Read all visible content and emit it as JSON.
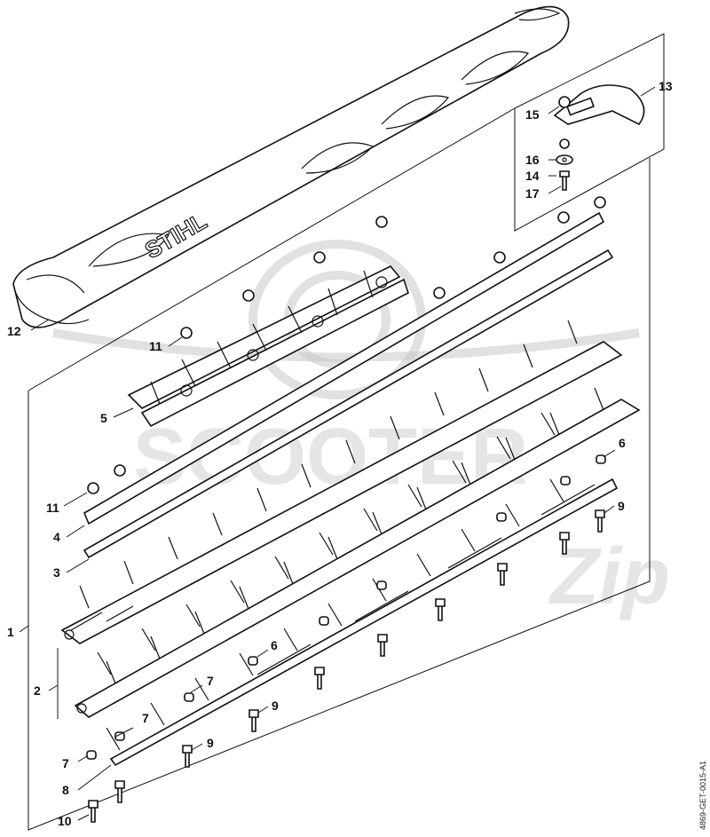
{
  "diagram": {
    "brand_text": "STIHL",
    "watermark_text": "SCOOTER",
    "watermark_script": "Zip",
    "reference_code": "4869-GET-0015-A1",
    "callouts": [
      {
        "id": "c1",
        "text": "1"
      },
      {
        "id": "c2",
        "text": "2"
      },
      {
        "id": "c3",
        "text": "3"
      },
      {
        "id": "c4",
        "text": "4"
      },
      {
        "id": "c5",
        "text": "5"
      },
      {
        "id": "c6a",
        "text": "6"
      },
      {
        "id": "c6b",
        "text": "6"
      },
      {
        "id": "c7a",
        "text": "7"
      },
      {
        "id": "c7b",
        "text": "7"
      },
      {
        "id": "c7c",
        "text": "7"
      },
      {
        "id": "c8",
        "text": "8"
      },
      {
        "id": "c9a",
        "text": "9"
      },
      {
        "id": "c9b",
        "text": "9"
      },
      {
        "id": "c9c",
        "text": "9"
      },
      {
        "id": "c10",
        "text": "10"
      },
      {
        "id": "c11a",
        "text": "11"
      },
      {
        "id": "c11b",
        "text": "11"
      },
      {
        "id": "c12",
        "text": "12"
      },
      {
        "id": "c13",
        "text": "13"
      },
      {
        "id": "c14",
        "text": "14"
      },
      {
        "id": "c15",
        "text": "15"
      },
      {
        "id": "c16",
        "text": "16"
      },
      {
        "id": "c17",
        "text": "17"
      }
    ]
  }
}
